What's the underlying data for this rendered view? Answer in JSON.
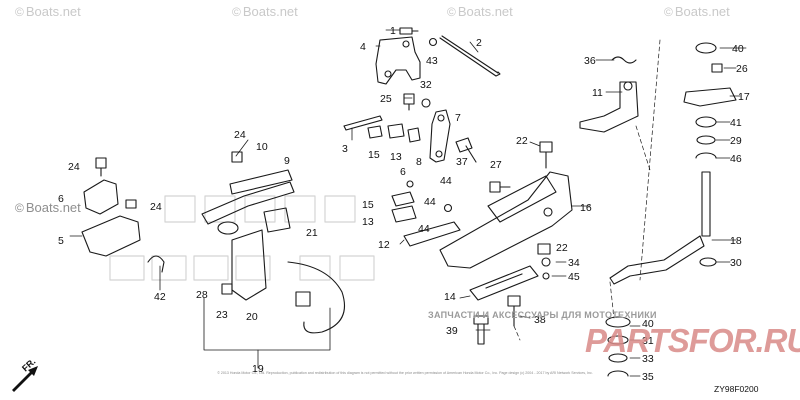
{
  "watermarks": {
    "symbol": "©",
    "brand": "Boats.net"
  },
  "russian_banner": "ЗАПЧАСТИ И АКСЕССУАРЫ ДЛЯ МОТОТЕХНИКИ",
  "russian_logo": "PARTSFOR.RU",
  "diagram_code": "ZY98F0200",
  "front_label": "FR.",
  "fine_print": "© 2013 Honda Motor Co., Ltd. Reproduction, publication and redistribution of this diagram is not permitted without the prior written permission of American Honda Motor Co., Inc. Page design (c) 2004 - 2017 by ARI Network Services, Inc.",
  "part_labels": {
    "p1": "1",
    "p2": "2",
    "p3": "3",
    "p4": "4",
    "p5": "5",
    "p6": "6",
    "p7": "7",
    "p8": "8",
    "p9": "9",
    "p10": "10",
    "p11": "11",
    "p12": "12",
    "p13a": "13",
    "p13b": "13",
    "p14": "14",
    "p15a": "15",
    "p15b": "15",
    "p16": "16",
    "p17": "17",
    "p18": "18",
    "p19": "19",
    "p20": "20",
    "p21": "21",
    "p22a": "22",
    "p22b": "22",
    "p23": "23",
    "p24a": "24",
    "p24b": "24",
    "p24c": "24",
    "p25": "25",
    "p26": "26",
    "p27": "27",
    "p28": "28",
    "p29": "29",
    "p30": "30",
    "p31": "31",
    "p32": "32",
    "p33": "33",
    "p34": "34",
    "p35": "35",
    "p36": "36",
    "p37": "37",
    "p38": "38",
    "p39": "39",
    "p40a": "40",
    "p40b": "40",
    "p41": "41",
    "p42": "42",
    "p43": "43",
    "p44a": "44",
    "p44b": "44",
    "p44c": "44",
    "p45": "45",
    "p46": "46"
  },
  "colors": {
    "line": "#1a1a1a",
    "watermark": "#c9c9c9",
    "ru_logo": "#d98a88"
  }
}
